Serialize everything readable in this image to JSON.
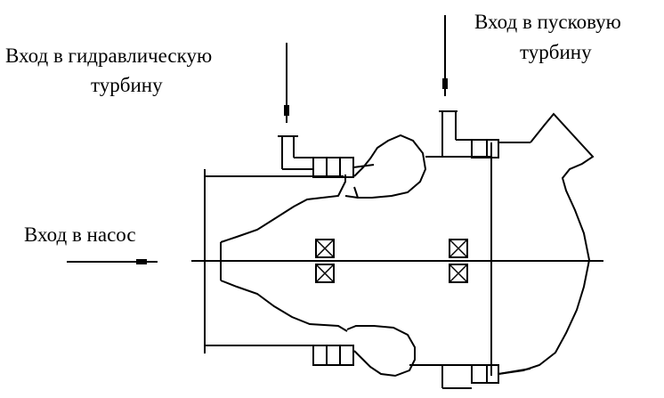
{
  "labels": {
    "hydraulic_turbine_inlet": [
      "Вход в гидравлическую",
      "турбину"
    ],
    "starter_turbine_inlet": [
      "Вход в пусковую",
      "турбину"
    ],
    "pump_inlet": "Вход в насос"
  },
  "colors": {
    "line": "#000000",
    "background": "#ffffff"
  },
  "icons": [
    "flow-arrow",
    "bearing-cross"
  ]
}
